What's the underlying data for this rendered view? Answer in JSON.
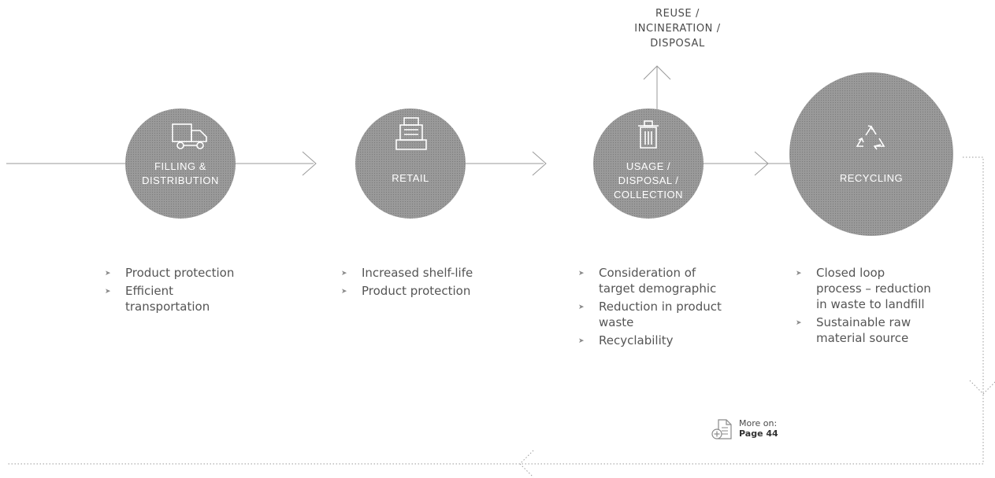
{
  "stages": [
    {
      "id": "filling-distribution",
      "label": "FILLING &\nDISTRIBUTION",
      "icon": "truck-icon",
      "bullets": [
        "Product protection",
        "Efficient\ntransportation"
      ]
    },
    {
      "id": "retail",
      "label": "RETAIL",
      "icon": "cash-register-icon",
      "bullets": [
        "Increased shelf-life",
        "Product protection"
      ]
    },
    {
      "id": "usage-disposal-collection",
      "label": "USAGE /\nDISPOSAL /\nCOLLECTION",
      "icon": "trash-bin-icon",
      "bullets": [
        "Consideration of\ntarget demographic",
        "Reduction in product\nwaste",
        "Recyclability"
      ]
    },
    {
      "id": "recycling",
      "label": "RECYCLING",
      "icon": "recycle-icon",
      "bullets": [
        "Closed loop\nprocess – reduction\nin waste to landfill",
        "Sustainable raw\nmaterial source"
      ]
    }
  ],
  "branch_outcome": {
    "label": "REUSE /\nINCINERATION /\nDISPOSAL"
  },
  "more_on": {
    "label": "More on:",
    "page": "Page 44",
    "icon": "document-icon"
  },
  "colors": {
    "circle_fill": "#8c8c8c",
    "circle_text": "#ffffff",
    "line": "#9a9a9a",
    "text": "#555555",
    "bullet_marker": "#8a8a8a"
  }
}
